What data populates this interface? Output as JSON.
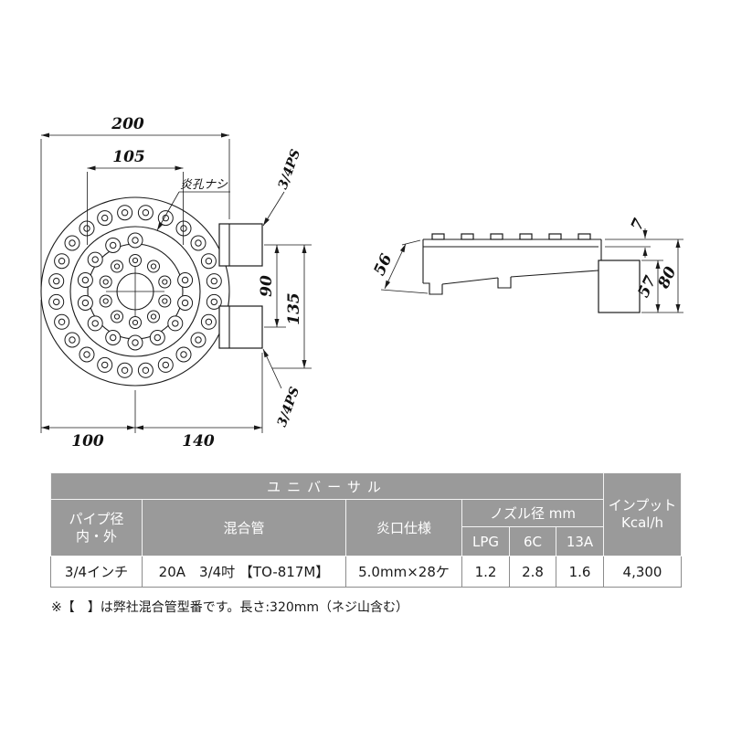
{
  "front_view": {
    "dim_width": "200",
    "dim_inner": "105",
    "no_flame_hole_label": "炎孔ナシ",
    "pipe_thread_top": "3/4PS",
    "pipe_thread_bottom": "3/4PS",
    "dim_pipe_pitch": "90",
    "dim_pipe_span": "135",
    "dim_left": "100",
    "dim_right": "140"
  },
  "side_view": {
    "dim_depth": "56",
    "dim_lip": "7",
    "dim_body": "57",
    "dim_height": "80"
  },
  "table": {
    "title": "ユニバーサル",
    "input_header": "インプット\nKcal/h",
    "pipe_header": "パイプ径\n内・外",
    "mixing_header": "混合管",
    "flame_header": "炎口仕様",
    "nozzle_header": "ノズル径 mm",
    "nozzle_sub": {
      "lpg": "LPG",
      "c6": "6C",
      "a13": "13A"
    },
    "row": {
      "pipe": "3/4インチ",
      "mixing": "20A　3/4吋 【TO-817M】",
      "flame": "5.0mm×28ケ",
      "lpg": "1.2",
      "c6": "2.8",
      "a13": "1.6",
      "input": "4,300"
    }
  },
  "footnote": "※【　】は弊社混合管型番です。長さ:320mm（ネジ山含む）",
  "colors": {
    "line": "#1a1a1a",
    "header_bg": "#9a9a9a",
    "header_text": "#ffffff"
  }
}
